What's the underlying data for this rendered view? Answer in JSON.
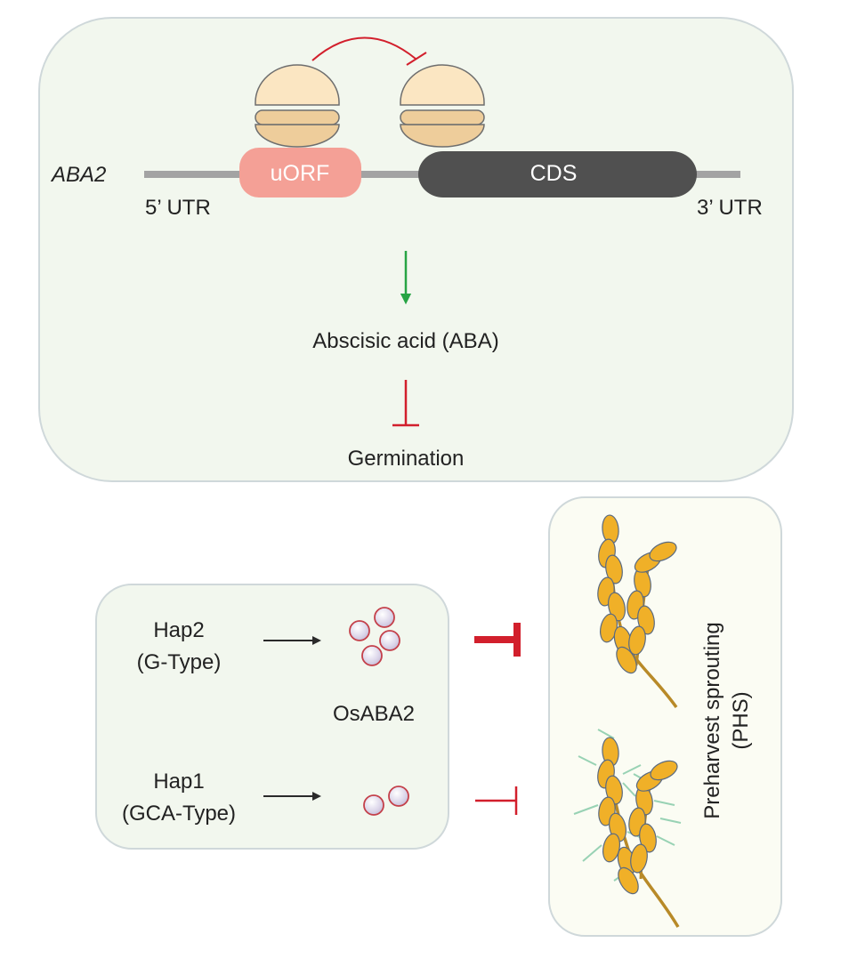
{
  "top_panel": {
    "gene_label": "ABA2",
    "utr5_label": "5’ UTR",
    "utr3_label": "3’ UTR",
    "uorf_label": "uORF",
    "cds_label": "CDS",
    "product_label": "Abscisic acid (ABA)",
    "outcome_label": "Germination"
  },
  "bottom_panel": {
    "hap2_line1": "Hap2",
    "hap2_line2": "(G-Type)",
    "hap1_line1": "Hap1",
    "hap1_line2": "(GCA-Type)",
    "protein_label": "OsABA2",
    "phs_line1": "Preharvest sprouting",
    "phs_line2": "(PHS)"
  },
  "colors": {
    "panel_fill": "#f2f7ee",
    "panel_stroke": "#cfd8da",
    "phs_panel_fill": "#fbfcf3",
    "uorf": "#f4a096",
    "cds": "#505050",
    "mrna_line": "#a3a3a3",
    "ribosome_top": "#fbe6c2",
    "ribosome_bottom": "#eecd9b",
    "activate_arrow": "#27a444",
    "inhibit": "#d21f2c",
    "protein_fill": "#dcd6ea",
    "protein_stroke": "#c4404a",
    "grain": "#f0b028",
    "grain_stroke": "#5a6a80",
    "stem": "#b88a28",
    "sprout": "#98d2b4"
  }
}
